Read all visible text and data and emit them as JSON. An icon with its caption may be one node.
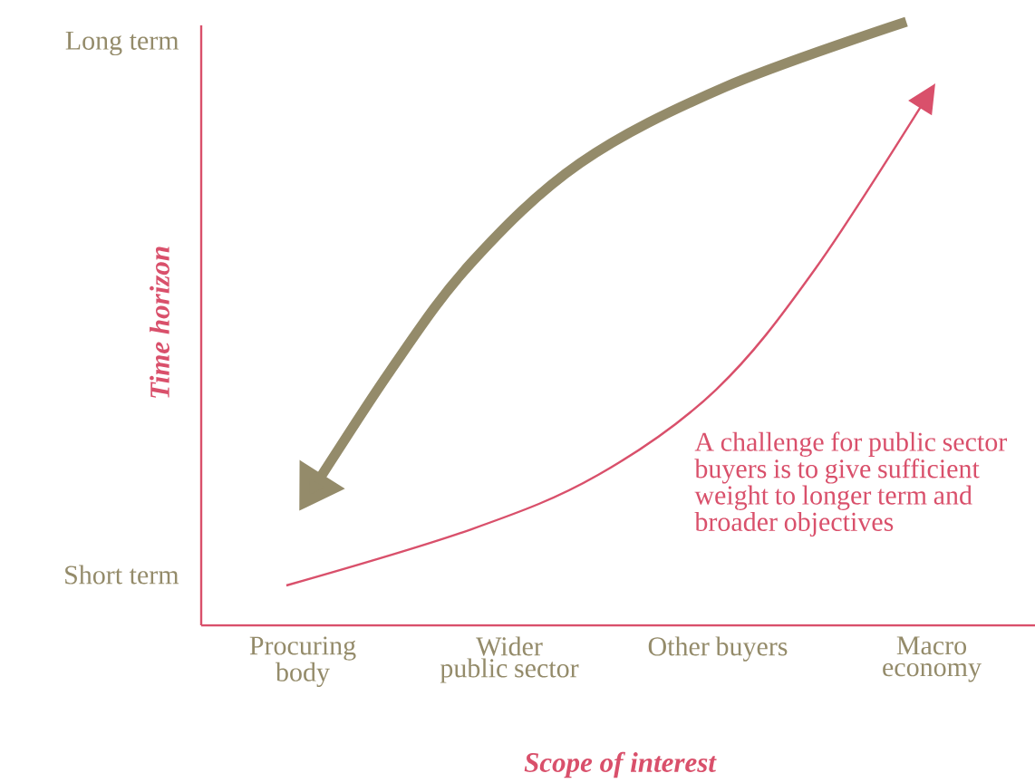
{
  "diagram": {
    "labels": [
      "Long term",
      "Time horizon",
      "Short term",
      "A challenge for public sector buyers is to give sufficient weight to longer term and broader objectives",
      "Procuring body",
      "Wider public sector",
      "Other buyers",
      "Macro economy",
      "Scope of interest"
    ]
  }
}
